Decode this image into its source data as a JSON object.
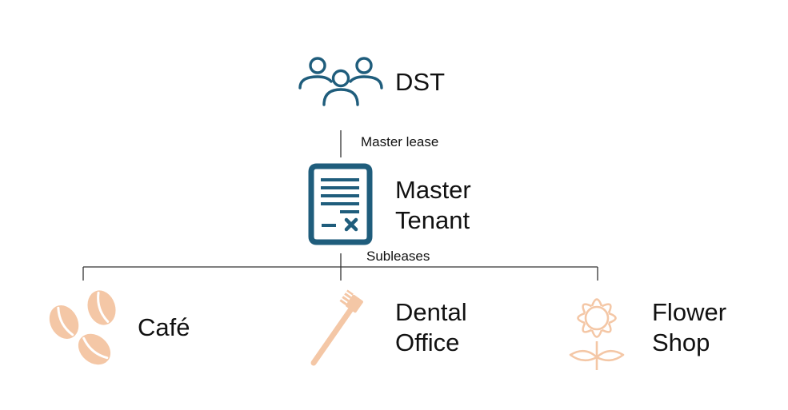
{
  "nodes": {
    "dst": {
      "label": "DST",
      "icon": "people-group-icon"
    },
    "master_tenant": {
      "label_lines": [
        "Master",
        "Tenant"
      ],
      "icon": "lease-document-icon"
    },
    "cafe": {
      "label": "Café",
      "icon": "coffee-beans-icon"
    },
    "dental_office": {
      "label_lines": [
        "Dental",
        "Office"
      ],
      "icon": "toothbrush-icon"
    },
    "flower_shop": {
      "label_lines": [
        "Flower",
        "Shop"
      ],
      "icon": "flower-icon"
    }
  },
  "edges": {
    "master_lease": {
      "label": "Master lease",
      "from": "DST",
      "to": "Master Tenant"
    },
    "subleases": {
      "label": "Subleases",
      "from": "Master Tenant",
      "to": [
        "Café",
        "Dental Office",
        "Flower Shop"
      ]
    }
  },
  "colors": {
    "primary": "#1f5d7c",
    "accent": "#f4c7a6",
    "line": "#333333",
    "text": "#111111",
    "background": "#ffffff"
  }
}
